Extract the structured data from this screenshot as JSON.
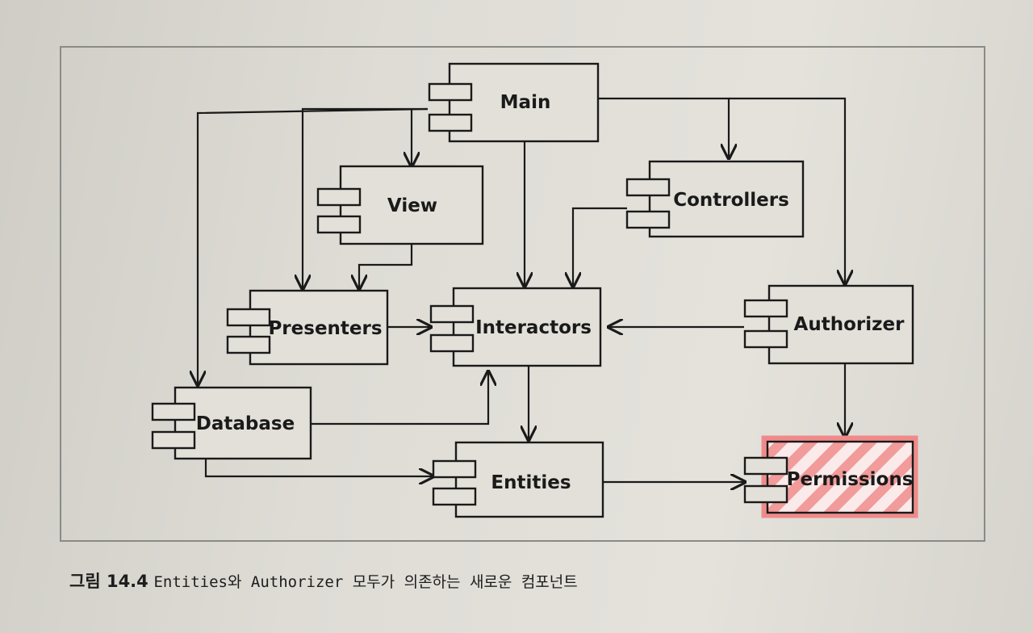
{
  "diagram": {
    "components": {
      "main": "Main",
      "view": "View",
      "controllers": "Controllers",
      "presenters": "Presenters",
      "interactors": "Interactors",
      "authorizer": "Authorizer",
      "database": "Database",
      "entities": "Entities",
      "permissions": "Permissions"
    },
    "highlight_color": "#f08a8a"
  },
  "caption": {
    "figure": "그림 14.4",
    "text": "Entities와 Authorizer 모두가 의존하는 새로운 컴포넌트"
  }
}
